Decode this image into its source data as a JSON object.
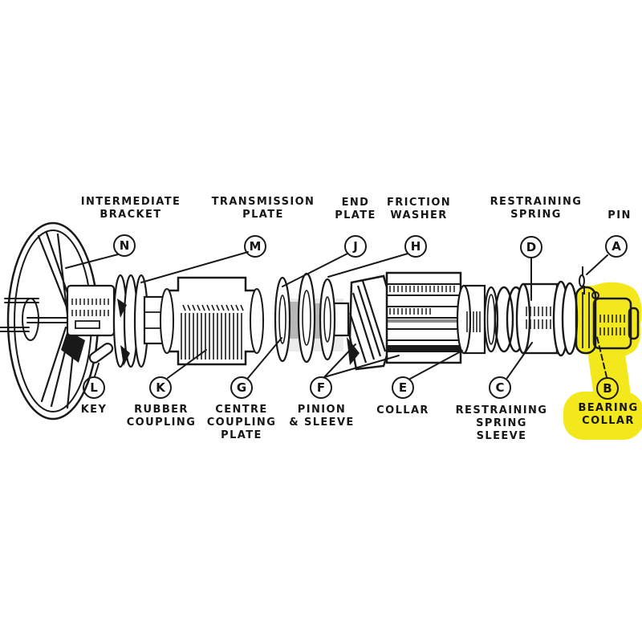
{
  "page": {
    "background_color": "#ffffff",
    "kind": "exploded-parts-diagram"
  },
  "diagram": {
    "ink_color": "#191919",
    "highlight_color": "#f3e81c",
    "highlighted_part_letter": "B",
    "highlighted_part_name": "BEARING COLLAR"
  },
  "parts": [
    {
      "letter": "N",
      "label": "INTERMEDIATE\nBRACKET",
      "highlighted": false
    },
    {
      "letter": "M",
      "label": "TRANSMISSION\nPLATE",
      "highlighted": false
    },
    {
      "letter": "J",
      "label": "END\nPLATE",
      "highlighted": false
    },
    {
      "letter": "H",
      "label": "FRICTION\nWASHER",
      "highlighted": false
    },
    {
      "letter": "D",
      "label": "RESTRAINING\nSPRING",
      "highlighted": false
    },
    {
      "letter": "A",
      "label": "PIN",
      "highlighted": false
    },
    {
      "letter": "L",
      "label": "KEY",
      "highlighted": false
    },
    {
      "letter": "K",
      "label": "RUBBER\nCOUPLING",
      "highlighted": false
    },
    {
      "letter": "G",
      "label": "CENTRE\nCOUPLING\nPLATE",
      "highlighted": false
    },
    {
      "letter": "F",
      "label": "PINION\n& SLEEVE",
      "highlighted": false
    },
    {
      "letter": "E",
      "label": "COLLAR",
      "highlighted": false
    },
    {
      "letter": "C",
      "label": "RESTRAINING\nSPRING\nSLEEVE",
      "highlighted": false
    },
    {
      "letter": "B",
      "label": "BEARING\nCOLLAR",
      "highlighted": true
    }
  ]
}
